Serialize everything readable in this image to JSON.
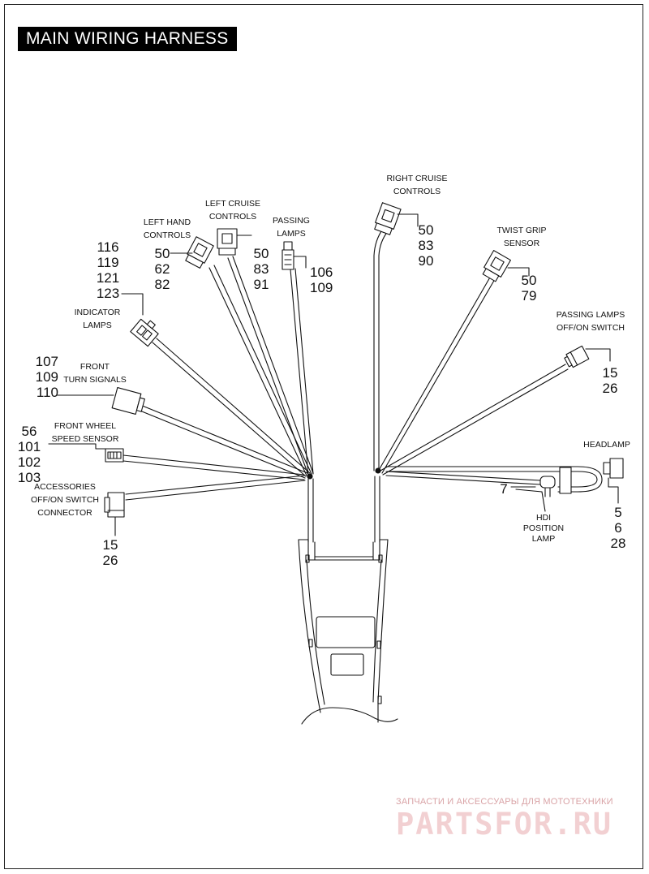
{
  "title": "MAIN WIRING HARNESS",
  "callouts": {
    "right_cruise": {
      "label": [
        "RIGHT CRUISE",
        "CONTROLS"
      ],
      "parts": [
        "50",
        "83",
        "90"
      ]
    },
    "left_cruise": {
      "label": [
        "LEFT CRUISE",
        "CONTROLS"
      ],
      "parts": [
        "50",
        "83",
        "91"
      ]
    },
    "left_hand": {
      "label": [
        "LEFT HAND",
        "CONTROLS"
      ],
      "parts": [
        "50",
        "62",
        "82"
      ]
    },
    "passing_lamps": {
      "label": [
        "PASSING",
        "LAMPS"
      ],
      "parts": [
        "106",
        "109"
      ]
    },
    "twist_grip": {
      "label": [
        "TWIST GRIP",
        "SENSOR"
      ],
      "parts": [
        "50",
        "79"
      ]
    },
    "indicator_lamps": {
      "label": [
        "INDICATOR",
        "LAMPS"
      ],
      "parts": [
        "116",
        "119",
        "121",
        "123"
      ]
    },
    "passing_switch": {
      "label": [
        "PASSING LAMPS",
        "OFF/ON SWITCH"
      ],
      "parts": [
        "15",
        "26"
      ]
    },
    "front_turn": {
      "label": [
        "FRONT",
        "TURN SIGNALS"
      ],
      "parts": [
        "107",
        "109",
        "110"
      ]
    },
    "wheel_speed": {
      "label": [
        "FRONT WHEEL",
        "SPEED SENSOR"
      ],
      "parts": [
        "56",
        "101",
        "102",
        "103"
      ]
    },
    "headlamp": {
      "label": [
        "HEADLAMP"
      ],
      "parts": [
        "5",
        "6",
        "28"
      ]
    },
    "accessories": {
      "label": [
        "ACCESSORIES",
        "OFF/ON SWITCH",
        "CONNECTOR"
      ],
      "parts": [
        "15",
        "26"
      ]
    },
    "hdi_lamp": {
      "label": [
        "HDI",
        "POSITION",
        "LAMP"
      ],
      "parts": [
        "7"
      ]
    }
  },
  "watermark": {
    "tagline": "ЗАПЧАСТИ И АКСЕССУАРЫ ДЛЯ МОТОТЕХНИКИ",
    "logo": "PARTSFOR.RU"
  }
}
